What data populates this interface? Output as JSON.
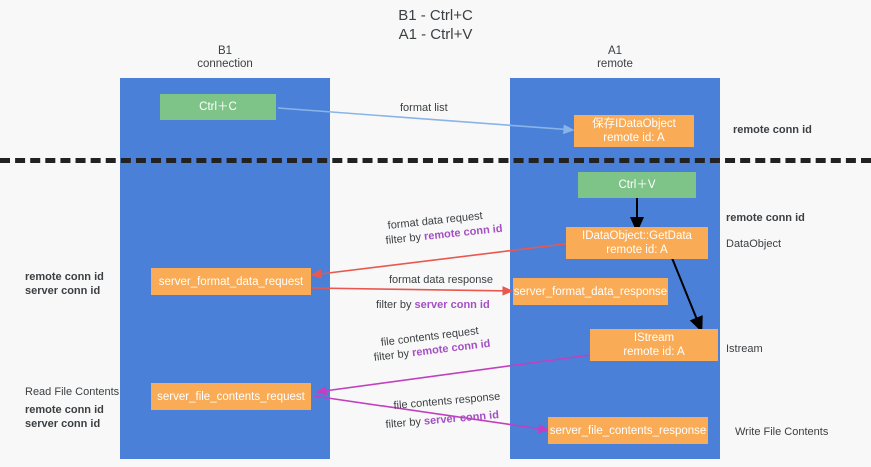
{
  "title": "B1 - Ctrl+C\nA1 - Ctrl+V",
  "lanes": {
    "left": {
      "name": "B1",
      "role": "connection",
      "header": "B1\nconnection"
    },
    "right": {
      "name": "A1",
      "role": "remote",
      "header": "A1\nremote"
    }
  },
  "colors": {
    "lane": "#4a80d8",
    "green_box": "#7ec489",
    "orange_box": "#f9ab55",
    "purple_text": "#a54fc4",
    "green_text": "#6aa84f",
    "arrow_blue": "#8ab4e8",
    "arrow_red": "#e8584f",
    "arrow_magenta": "#c040c0",
    "arrow_black": "#000000",
    "divider": "#222222",
    "background": "#f8f8f8"
  },
  "boxes": {
    "ctrl_c": "Ctrl＋C",
    "save_idataobject": "保存IDataObject\nremote id: A",
    "ctrl_v": "Ctrl＋V",
    "getdata": "IDataObject::GetData\nremote id: A",
    "server_format_data_request": "server_format_data_request",
    "server_format_data_response": "server_format_data_response",
    "istream": "IStream\nremote id: A",
    "server_file_contents_request": "server_file_contents_request",
    "server_file_contents_response": "server_file_contents_response"
  },
  "flow_labels": {
    "format_list": "format list",
    "format_data_request": "format data request",
    "format_data_request_filter_prefix": "filter by ",
    "format_data_request_filter_key": "remote conn id",
    "format_data_response": "format data response",
    "format_data_response_filter_prefix": "filter by ",
    "format_data_response_filter_key": "server conn id",
    "file_contents_request": "file contents request",
    "file_contents_request_filter_prefix": "filter by ",
    "file_contents_request_filter_key": "remote conn id",
    "file_contents_response": "file contents response",
    "file_contents_response_filter_prefix": "filter by ",
    "file_contents_response_filter_key": "server conn id"
  },
  "annotations": {
    "right_remote_conn_id_top": "remote conn id",
    "right_remote_conn_id_mid": "remote conn id",
    "right_dataobject": "DataObject",
    "right_istream": "Istream",
    "right_write_file_contents": "Write File Contents",
    "left_remote_conn_id": "remote conn id",
    "left_server_conn_id": "server conn id",
    "left_read_file_contents": "Read File Contents",
    "left_remote_conn_id_2": "remote conn id",
    "left_server_conn_id_2": "server conn id"
  }
}
